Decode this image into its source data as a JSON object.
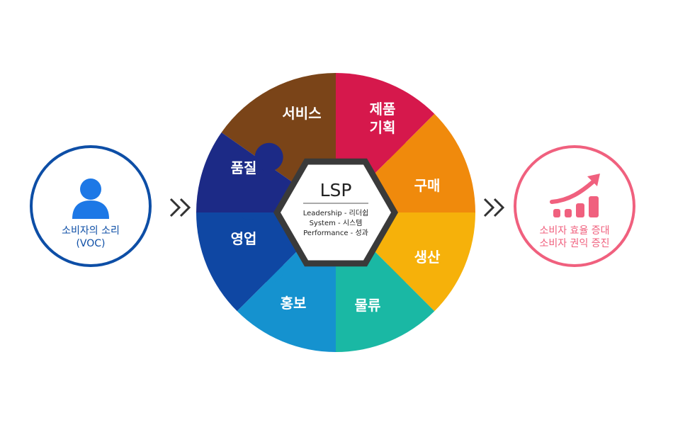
{
  "left": {
    "line1": "소비자의 소리",
    "line2": "(VOC)"
  },
  "right": {
    "line1": "소비자 효율 증대",
    "line2": "소비자 권익 증진"
  },
  "center": {
    "title": "LSP",
    "lines": [
      "Leadership - 리더쉽",
      "System - 시스템",
      "Performance - 성과"
    ]
  },
  "segments": [
    {
      "label": "서비스",
      "label2": "",
      "color": "#7a4418"
    },
    {
      "label": "제품",
      "label2": "기획",
      "color": "#d6184c"
    },
    {
      "label": "구매",
      "label2": "",
      "color": "#f08a0c"
    },
    {
      "label": "생산",
      "label2": "",
      "color": "#f6b10a"
    },
    {
      "label": "물류",
      "label2": "",
      "color": "#1ab8a4"
    },
    {
      "label": "홍보",
      "label2": "",
      "color": "#1592cf"
    },
    {
      "label": "영업",
      "label2": "",
      "color": "#0f47a3"
    },
    {
      "label": "품질",
      "label2": "",
      "color": "#1c2a86"
    }
  ],
  "colors": {
    "blue": "#0d4ea6",
    "pink": "#f0607e",
    "arrow": "#333333",
    "hex_border": "#3a3a3a"
  },
  "icons": {
    "left": "person-icon",
    "right": "growth-chart-icon"
  }
}
